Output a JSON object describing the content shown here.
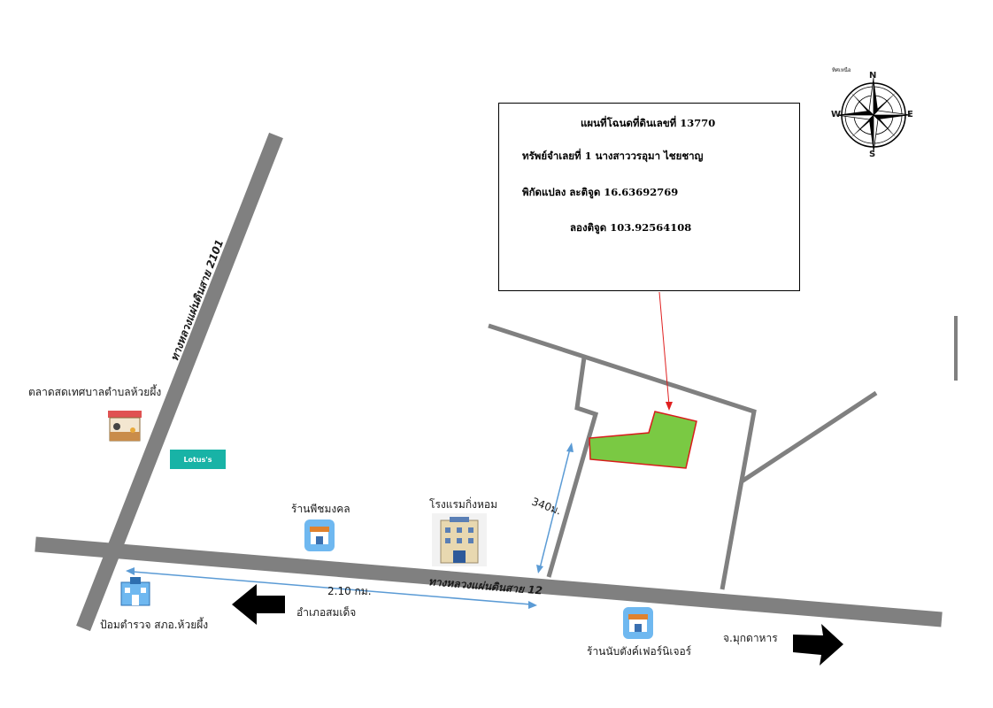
{
  "info": {
    "deed": "แผนที่โฉนดที่ดินเลขที่  13770",
    "owner": "ทรัพย์จำเลยที่ 1 นางสาววรอุมา  ไชยชาญ",
    "lat": "พิกัดแปลง ละติจูด  16.63692769",
    "lon": "ลองติจูด 103.92564108"
  },
  "compass": {
    "caption": "ทิศเหนือ",
    "n": "N",
    "s": "S",
    "e": "E",
    "w": "W"
  },
  "roads": {
    "road_2101": "ทางหลวงแผ่นดินสาย 2101",
    "road_12": "ทางหลวงแผ่นดินสาย 12"
  },
  "places": {
    "market": "ตลาดสดเทศบาลตำบลห้วยผึ้ง",
    "lotus": "Lotus's",
    "shop_pheesamongkol": "ร้านพีชมงคล",
    "hotel": "โรงแรมกิ่งหอม",
    "police": "ป้อมตำรวจ สภอ.ห้วยผึ้ง",
    "furniture": "ร้านนับตังค์เฟอร์นิเจอร์"
  },
  "distances": {
    "to_plot": "340ม.",
    "to_police": "2.10 กม."
  },
  "directions": {
    "west": "อำเภอสมเด็จ",
    "east": "จ.มุกดาหาร"
  },
  "colors": {
    "road": "#808080",
    "plot_fill": "#7ac943",
    "plot_border": "#d81b1b",
    "pointer": "#e02020",
    "dim_line": "#5b9bd5",
    "icon_bg": "#6fb8f0"
  }
}
